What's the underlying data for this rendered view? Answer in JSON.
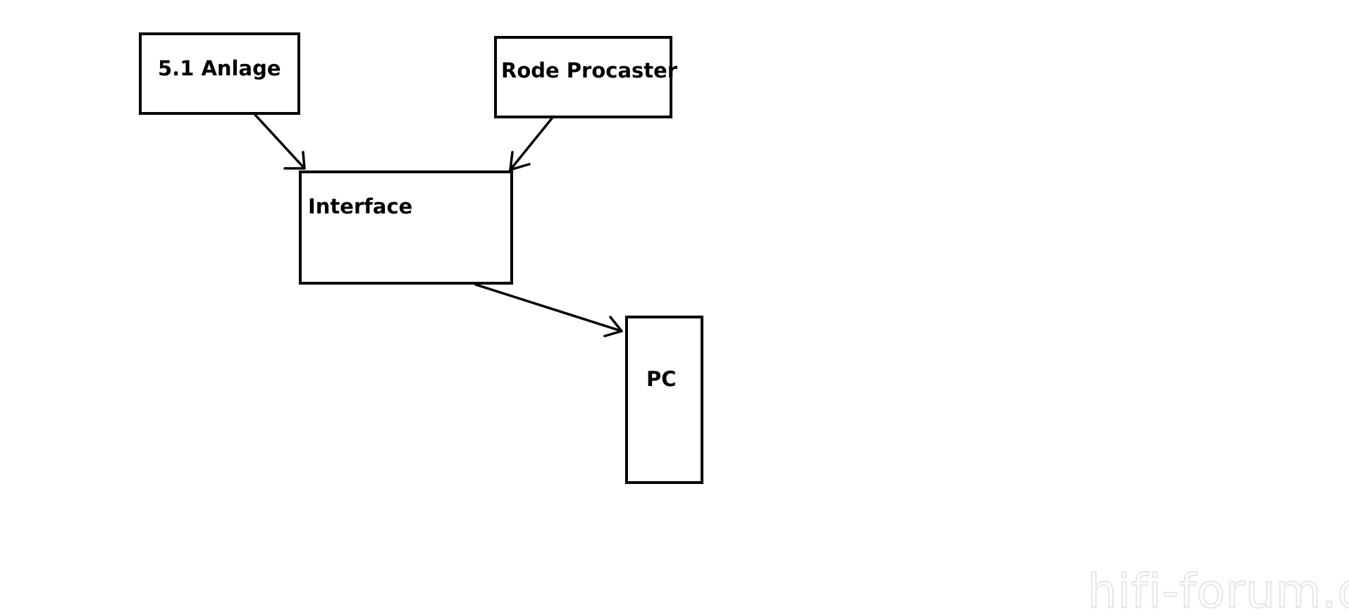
{
  "diagram": {
    "nodes": [
      {
        "id": "anlage",
        "label": "5.1 Anlage"
      },
      {
        "id": "procaster",
        "label": "Rode Procaster"
      },
      {
        "id": "interface",
        "label": "Interface"
      },
      {
        "id": "pc",
        "label": "PC"
      }
    ],
    "edges": [
      {
        "from": "anlage",
        "to": "interface"
      },
      {
        "from": "procaster",
        "to": "interface"
      },
      {
        "from": "interface",
        "to": "pc"
      }
    ]
  },
  "watermark": {
    "text": "hifi-forum.de"
  }
}
